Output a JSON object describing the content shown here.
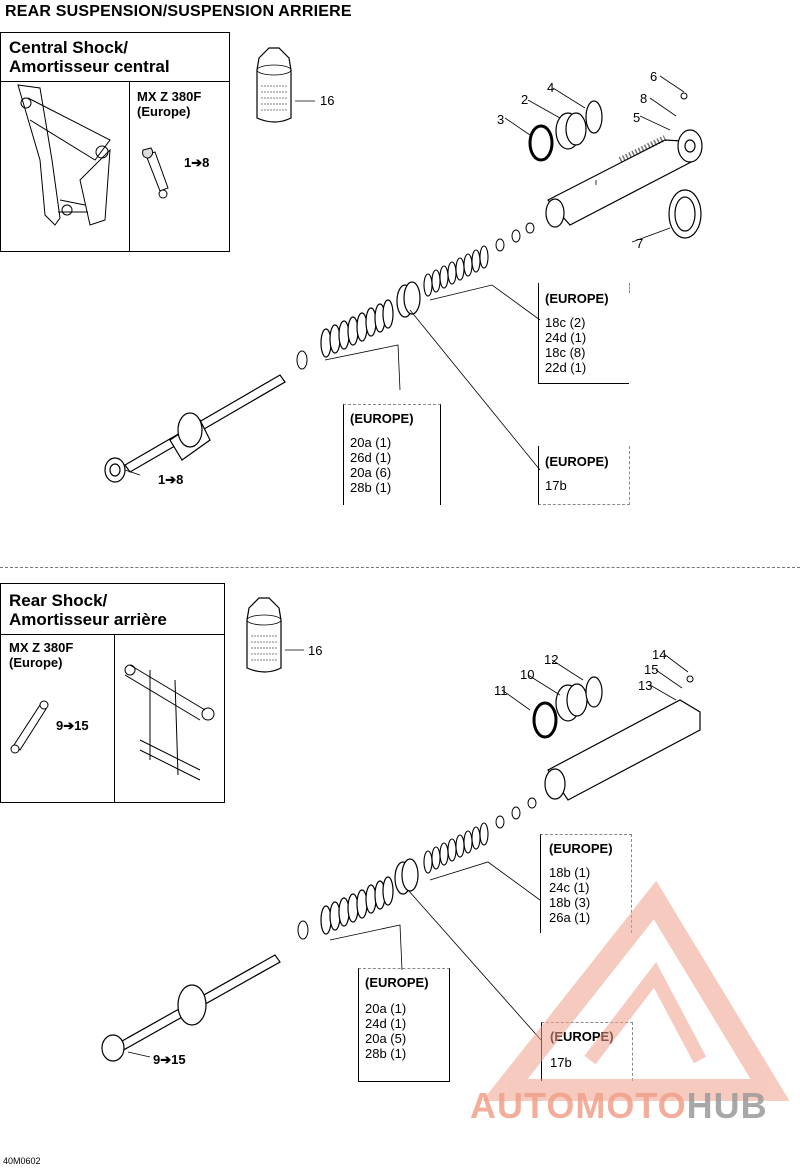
{
  "page_title": "REAR SUSPENSION/SUSPENSION ARRIERE",
  "top": {
    "header_line1": "Central Shock/",
    "header_line2": "Amortisseur central",
    "model_line1": "MX Z 380F",
    "model_line2": "(Europe)",
    "range_small": "1➔8",
    "range_main": "1➔8",
    "can_label": "16",
    "callouts": [
      "2",
      "3",
      "4",
      "5",
      "6",
      "7",
      "8"
    ],
    "euro_box_a": {
      "title": "(EUROPE)",
      "lines": [
        "18c (2)",
        "24d (1)",
        "18c (8)",
        "22d (1)"
      ]
    },
    "euro_box_b": {
      "title": "(EUROPE)",
      "lines": [
        "20a (1)",
        "26d (1)",
        "20a (6)",
        "28b (1)"
      ]
    },
    "euro_box_c": {
      "title": "(EUROPE)",
      "lines": [
        "17b"
      ]
    }
  },
  "bottom": {
    "header_line1": "Rear Shock/",
    "header_line2": "Amortisseur arrière",
    "model_line1": "MX Z 380F",
    "model_line2": "(Europe)",
    "range_small": "9➔15",
    "range_main": "9➔15",
    "can_label": "16",
    "callouts": [
      "10",
      "11",
      "12",
      "13",
      "14",
      "15"
    ],
    "euro_box_a": {
      "title": "(EUROPE)",
      "lines": [
        "18b (1)",
        "24c (1)",
        "18b (3)",
        "26a (1)"
      ]
    },
    "euro_box_b": {
      "title": "(EUROPE)",
      "lines": [
        "20a (1)",
        "24d (1)",
        "20a (5)",
        "28b (1)"
      ]
    },
    "euro_box_c": {
      "title": "(EUROPE)",
      "lines": [
        "17b"
      ]
    }
  },
  "watermark": {
    "text_part1": "AUTOMOTO",
    "text_part2": "HUB",
    "color_main": "#f0a08a",
    "color_hub": "#9a9a9a"
  },
  "figure_code": "40M0602"
}
